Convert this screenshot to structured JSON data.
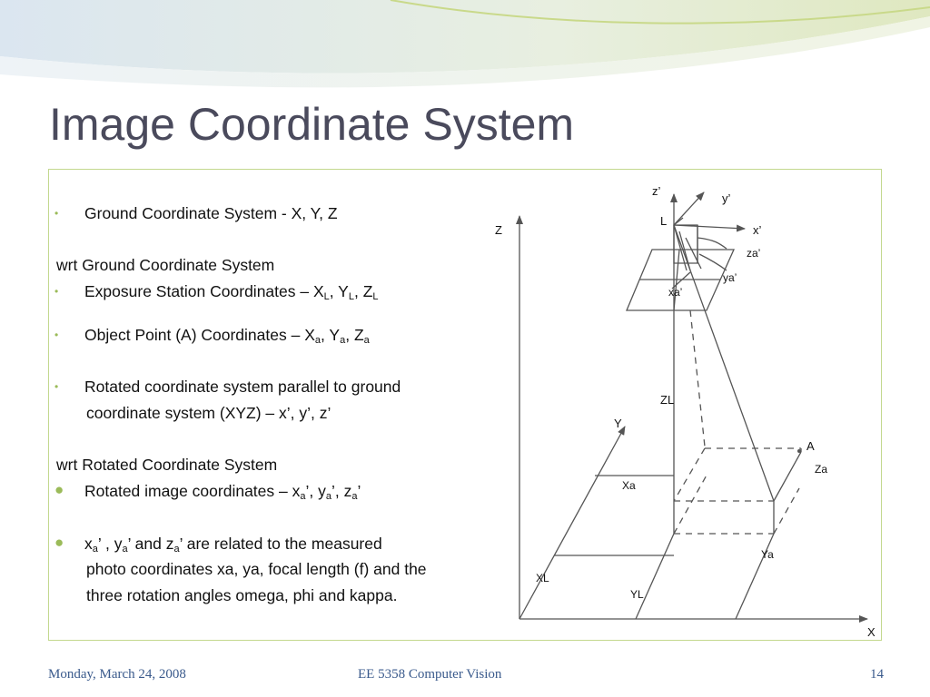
{
  "slide": {
    "title": "Image Coordinate System",
    "bullets": {
      "b1": "Ground Coordinate System - X, Y, Z",
      "wrt1": "wrt Ground Coordinate System",
      "b2_prefix": "Exposure Station Coordinates – X",
      "b3_prefix": "Object Point (A) Coordinates – X",
      "b4_line1": "Rotated coordinate system parallel to ground",
      "b4_line2": "coordinate system (XYZ) – x’, y’, z’",
      "wrt2": "wrt  Rotated Coordinate System",
      "b5_prefix": "Rotated image coordinates – x",
      "b6_line2": "photo coordinates xa, ya, focal length (f) and the",
      "b6_line3": "three rotation angles omega, phi and kappa.",
      "sub_L": "L",
      "sub_a": "a"
    },
    "diagram_labels": {
      "z_prime": "z’",
      "y_prime": "y’",
      "x_prime": "x’",
      "L": "L",
      "Z": "Z",
      "Y": "Y",
      "X": "X",
      "A": "A",
      "za_prime": "za’",
      "ya_prime": "ya’",
      "xa_prime": "xa’",
      "ZL": "ZL",
      "Za": "Za",
      "Xa": "Xa",
      "Ya": "Ya",
      "XL": "XL",
      "YL": "YL"
    }
  },
  "footer": {
    "date": "Monday, March 24, 2008",
    "course": "EE 5358 Computer Vision",
    "page": "14"
  },
  "colors": {
    "title": "#4a4a5c",
    "frame_border": "#c3d88e",
    "bullet_green": "#9bbb59",
    "footer_text": "#3a5a8c",
    "diagram_line": "#555555"
  }
}
